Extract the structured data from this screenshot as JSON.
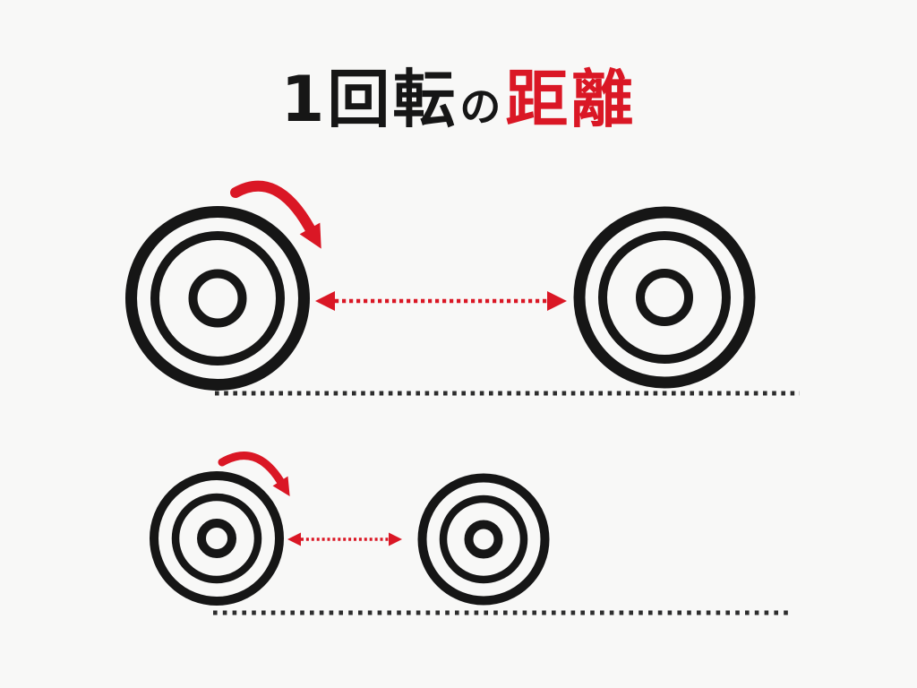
{
  "title": {
    "prefix": "1回転",
    "particle": "の",
    "highlight": "距離",
    "full_text": "1回転の距離"
  },
  "colors": {
    "background": "#f8f8f7",
    "ink": "#161616",
    "ground_dots": "#2d2d2d",
    "accent_red": "#da1725"
  },
  "icons": {
    "rotation_arrow": "clockwise-rotation-arrow",
    "distance_arrow": "double-headed-dotted-arrow",
    "wheel": "concentric-wheel",
    "ground": "dotted-ground-line"
  }
}
